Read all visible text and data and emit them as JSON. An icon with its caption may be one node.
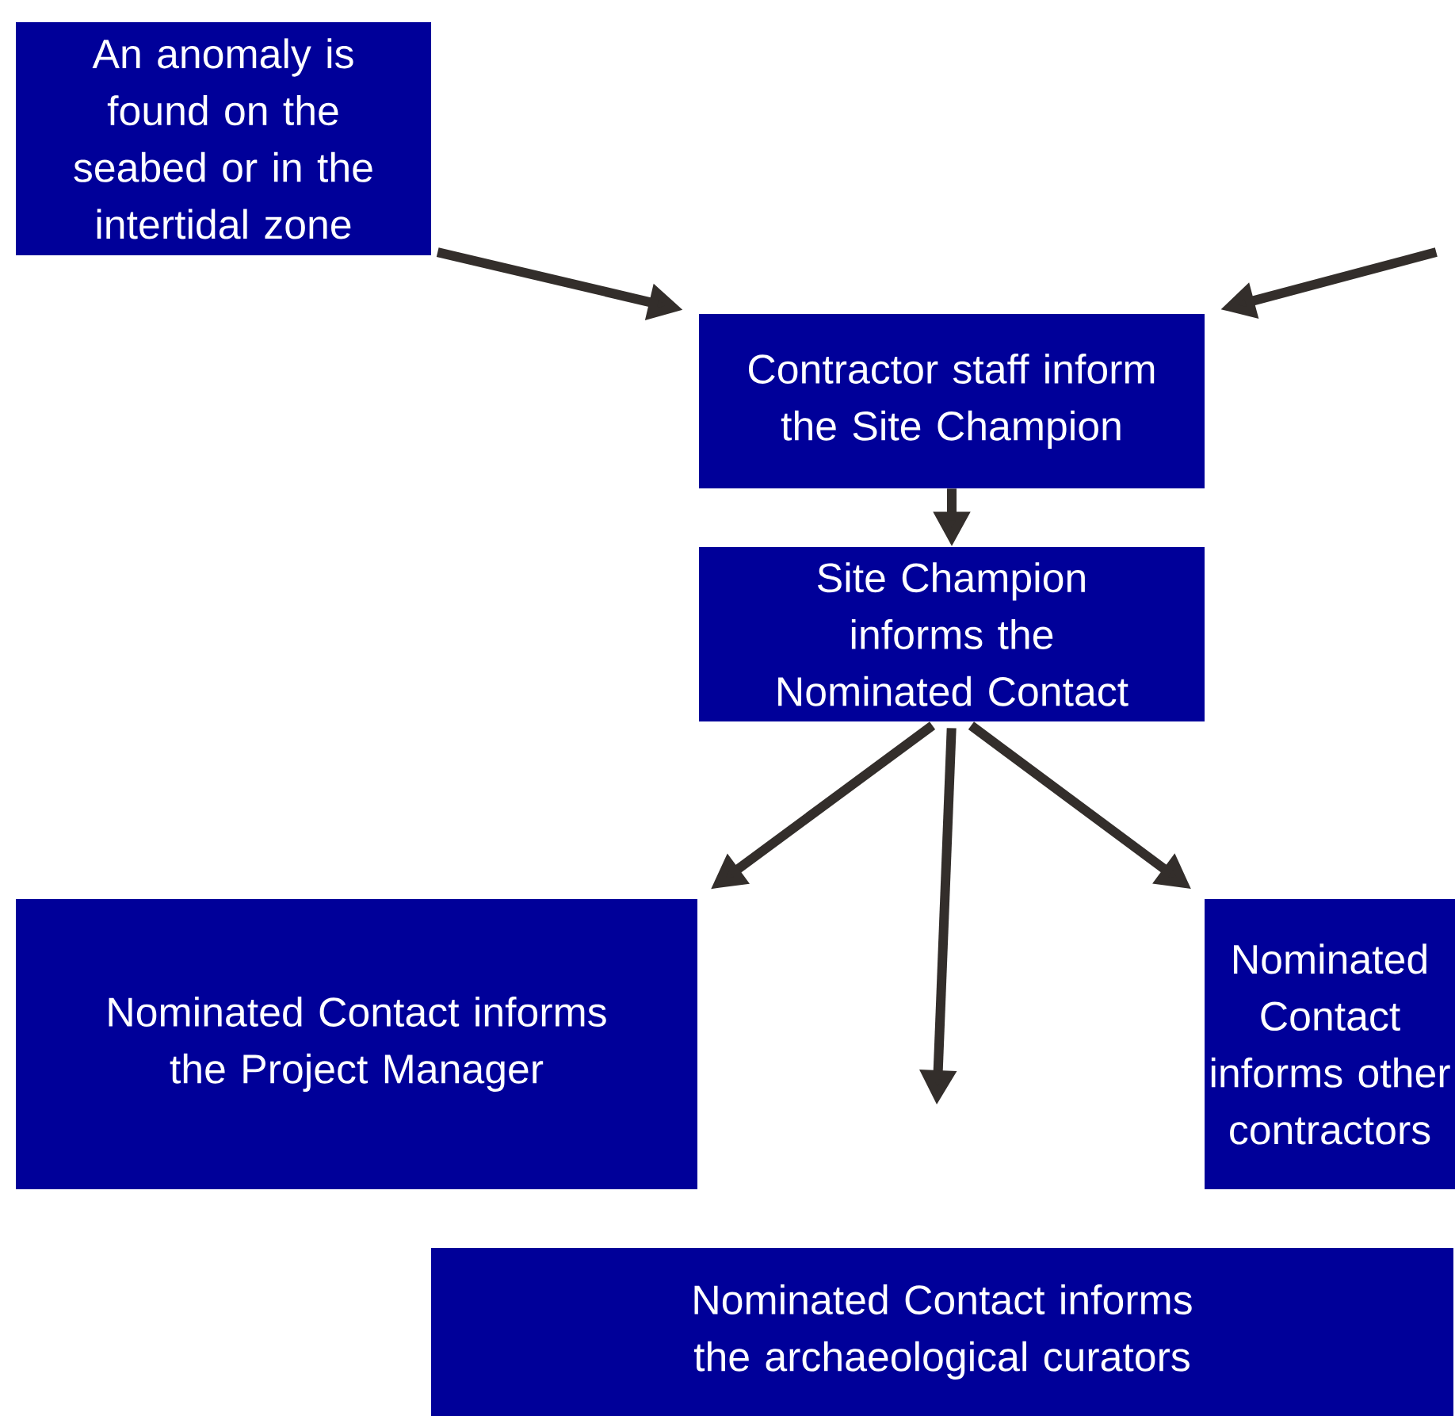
{
  "diagram": {
    "nodes": [
      {
        "text": [
          "An anomaly is found on the seabed or in the intertidal zone"
        ]
      },
      {
        "text": [
          "Contractor staff inform the Site Champion"
        ]
      },
      {
        "text": [
          "Site Champion informs the Nominated Contact"
        ]
      },
      {
        "text": [
          "Nominated Contact informs the Project Manager"
        ]
      },
      {
        "text": [
          "Nominated Contact informs other contractors"
        ]
      },
      {
        "text": [
          "Nominated Contact informs the archaeological curators"
        ]
      }
    ],
    "edges": [
      {
        "from": 0,
        "to": 1,
        "arrow": "to"
      },
      {
        "from": null,
        "to": 1,
        "arrow": "to"
      },
      {
        "from": 1,
        "to": 2,
        "arrow": "to"
      },
      {
        "from": 2,
        "to": 3,
        "arrow": "to"
      },
      {
        "from": 2,
        "to": null,
        "arrow": "to"
      },
      {
        "from": 2,
        "to": 4,
        "arrow": "to"
      }
    ]
  }
}
